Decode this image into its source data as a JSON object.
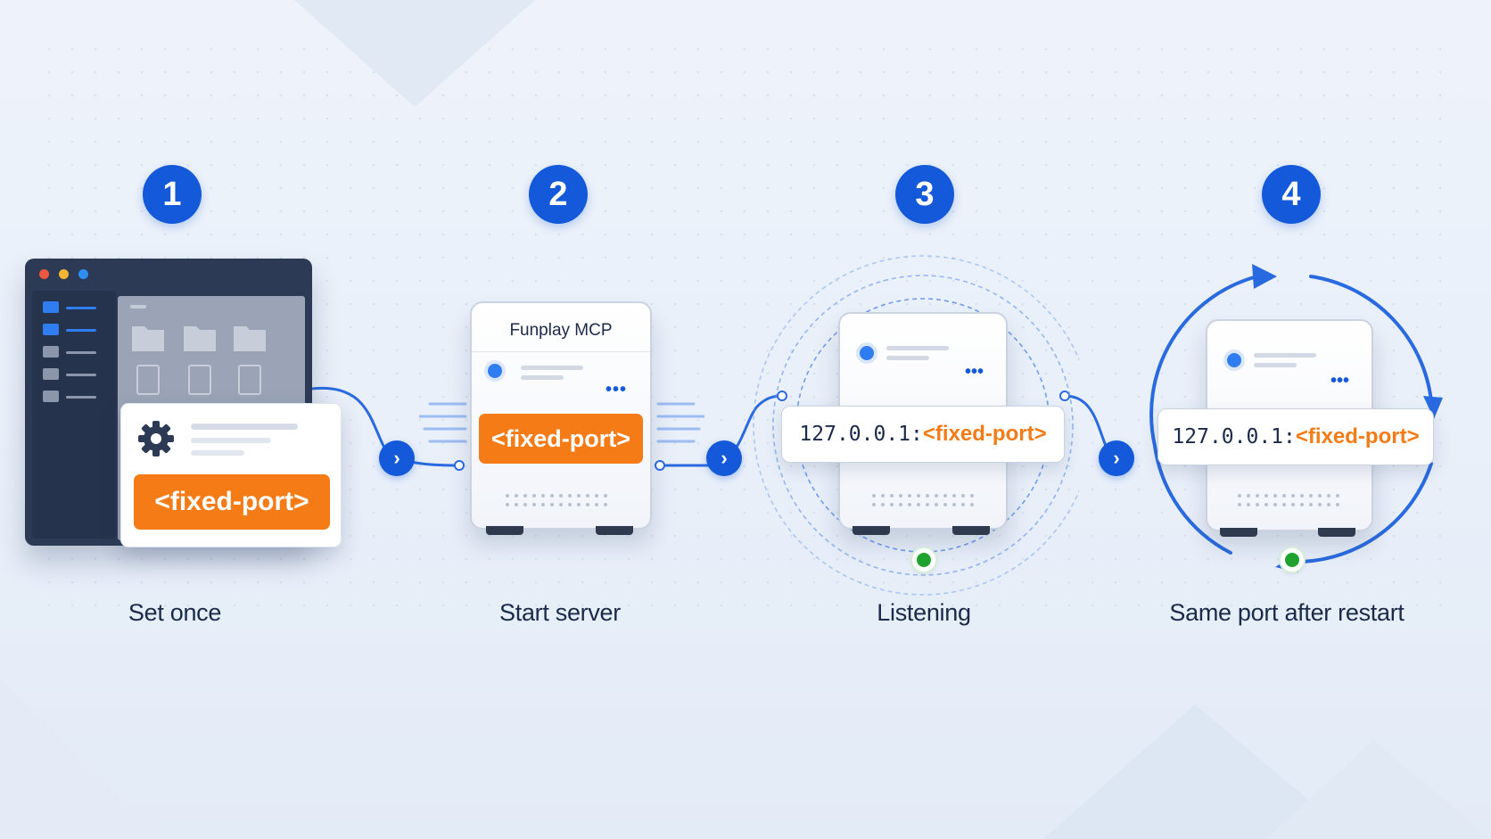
{
  "steps": [
    {
      "number": "1",
      "caption": "Set once"
    },
    {
      "number": "2",
      "caption": "Start server"
    },
    {
      "number": "3",
      "caption": "Listening"
    },
    {
      "number": "4",
      "caption": "Same port after restart"
    }
  ],
  "settings": {
    "port_placeholder": "<fixed-port>"
  },
  "server": {
    "title": "Funplay MCP",
    "port_placeholder": "<fixed-port>"
  },
  "listening": {
    "address": "127.0.0.1:",
    "port_placeholder": "<fixed-port>"
  },
  "restart": {
    "address": "127.0.0.1:",
    "port_placeholder": "<fixed-port>"
  },
  "colors": {
    "accent": "#1459d9",
    "port": "#f47b16",
    "status": "#1fa32e",
    "background": "#eef3fb"
  }
}
